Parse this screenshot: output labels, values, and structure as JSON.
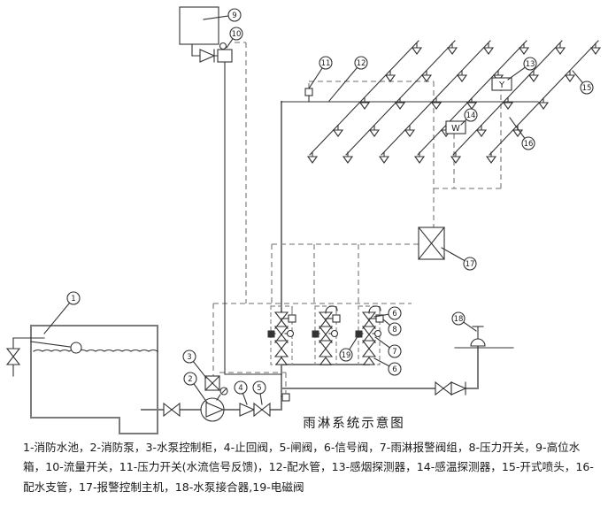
{
  "diagram": {
    "title": "雨淋系统示意图",
    "legend": "1-消防水池，2-消防泵，3-水泵控制柜，4-止回阀，5-闸阀，6-信号阀，7-雨淋报警阀组，8-压力开关，9-高位水箱，10-流量开关，11-压力开关(水流信号反馈)，12-配水管，13-感烟探测器，14-感温探测器，15-开式喷头，16-配水支管，17-报警控制主机，18-水泵接合器,19-电磁阀",
    "labels": {
      "smoke_detector": "Y",
      "heat_detector": "W"
    },
    "callouts": {
      "c1": "1",
      "c2": "2",
      "c3": "3",
      "c4": "4",
      "c5": "5",
      "c6a": "6",
      "c6b": "6",
      "c7": "7",
      "c8": "8",
      "c9": "9",
      "c10": "10",
      "c11": "11",
      "c12": "12",
      "c13": "13",
      "c14": "14",
      "c15": "15",
      "c16": "16",
      "c17": "17",
      "c18": "18",
      "c19": "19"
    }
  }
}
